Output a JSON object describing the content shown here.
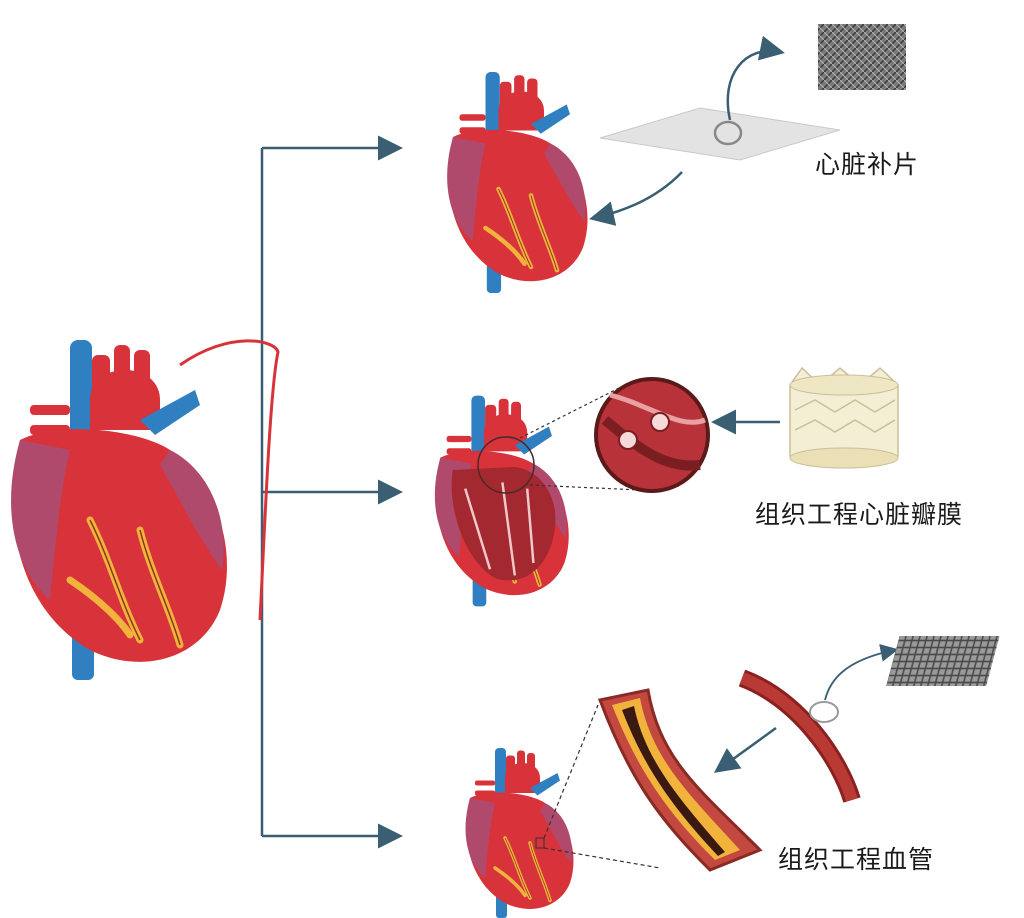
{
  "labels": {
    "cardiac_patch": "心脏补片",
    "heart_valve": "组织工程心脏瓣膜",
    "blood_vessel": "组织工程血管"
  },
  "colors": {
    "arrow": "#3a5f73",
    "heart_red": "#d8333a",
    "heart_dark": "#a42830",
    "heart_purple": "#b04a6c",
    "vein_blue": "#2f7fc1",
    "fat_yellow": "#f2b33d",
    "valve_cream": "#f4eed4",
    "patch_gray": "#e3e3e3"
  },
  "icons": [
    "heart-icon",
    "cardiac-patch-icon",
    "fiber-mesh-icon",
    "heart-valve-icon",
    "vessel-icon",
    "scaffold-icon"
  ]
}
